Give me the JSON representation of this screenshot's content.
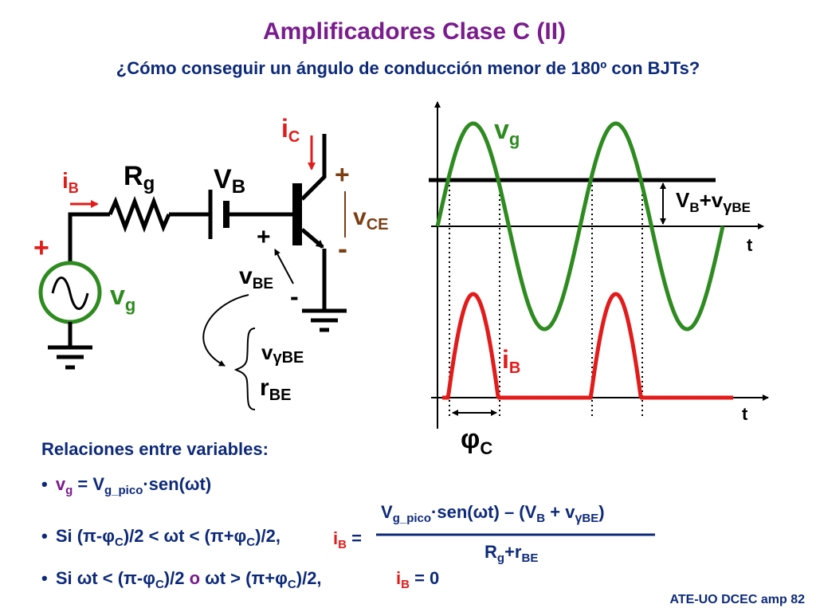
{
  "slide": {
    "title": "Amplificadores Clase C (II)",
    "subtitle": "¿Cómo conseguir un ángulo de conducción menor de 180º con BJTs?",
    "footer": "ATE-UO DCEC amp 82"
  },
  "colors": {
    "title": "#7a1c8e",
    "text": "#0d2a7a",
    "circuit_green": "#2e8b1f",
    "current_red": "#e21b1b",
    "vce_brown": "#7b3f12"
  },
  "circuit": {
    "ic": {
      "main": "i",
      "sub": "C"
    },
    "ib": {
      "main": "i",
      "sub": "B"
    },
    "rg": {
      "main": "R",
      "sub": "g"
    },
    "vb": {
      "main": "V",
      "sub": "B"
    },
    "vce": {
      "main": "v",
      "sub": "CE"
    },
    "vbe": {
      "main": "v",
      "sub": "BE"
    },
    "vg": {
      "main": "v",
      "sub": "g"
    },
    "plus_vce": "+",
    "minus_vce": "-",
    "plus_vbe": "+",
    "minus_vbe": "-",
    "plus_vg": "+",
    "model_vgamma": {
      "main": "v",
      "greek": "γ",
      "sub": "BE"
    },
    "model_rbe": {
      "main": "r",
      "sub": "BE"
    }
  },
  "graph": {
    "vg_label": {
      "main": "v",
      "sub": "g"
    },
    "threshold_label": {
      "main": "V",
      "sub1": "B",
      "mid": "+v",
      "greek": "γ",
      "sub2": "BE"
    },
    "t_top": "t",
    "ib_label": {
      "main": "i",
      "sub": "B"
    },
    "t_bottom": "t",
    "phi_label": {
      "main": "φ",
      "sub": "C"
    }
  },
  "relations": {
    "heading": "Relaciones entre variables:",
    "line1": {
      "bullet": "•",
      "a": "v",
      "a_sub": "g",
      "eq": " = ",
      "b": "V",
      "b_sub": "g_pico",
      "c": "·sen(",
      "omega": "ω",
      "d": "t)"
    },
    "line2": {
      "bullet": "•",
      "text": "Si (π-φ",
      "sub1": "C",
      "mid": ")/2 < ωt < (π+φ",
      "sub2": "C",
      "end": ")/2,"
    },
    "line2_ib": {
      "main": "i",
      "sub": "B",
      "eq": " ="
    },
    "fraction": {
      "num_a": "V",
      "num_a_sub": "g_pico",
      "num_b": "·sen(ωt) – (V",
      "num_b_sub": "B",
      "num_c": " + v",
      "num_c_greek": "γ",
      "num_c_sub": "BE",
      "num_end": ")",
      "den_a": "R",
      "den_a_sub": "g",
      "den_b": "+r",
      "den_b_sub": "BE"
    },
    "line3": {
      "bullet": "•",
      "text": "Si  ωt < (π-φ",
      "sub1": "C",
      "mid": ")/2  ",
      "o": "o",
      "mid2": "  ωt > (π+φ",
      "sub2": "C",
      "end": ")/2,"
    },
    "line3_ib": {
      "main": "i",
      "sub": "B",
      "eq": " = 0"
    }
  }
}
